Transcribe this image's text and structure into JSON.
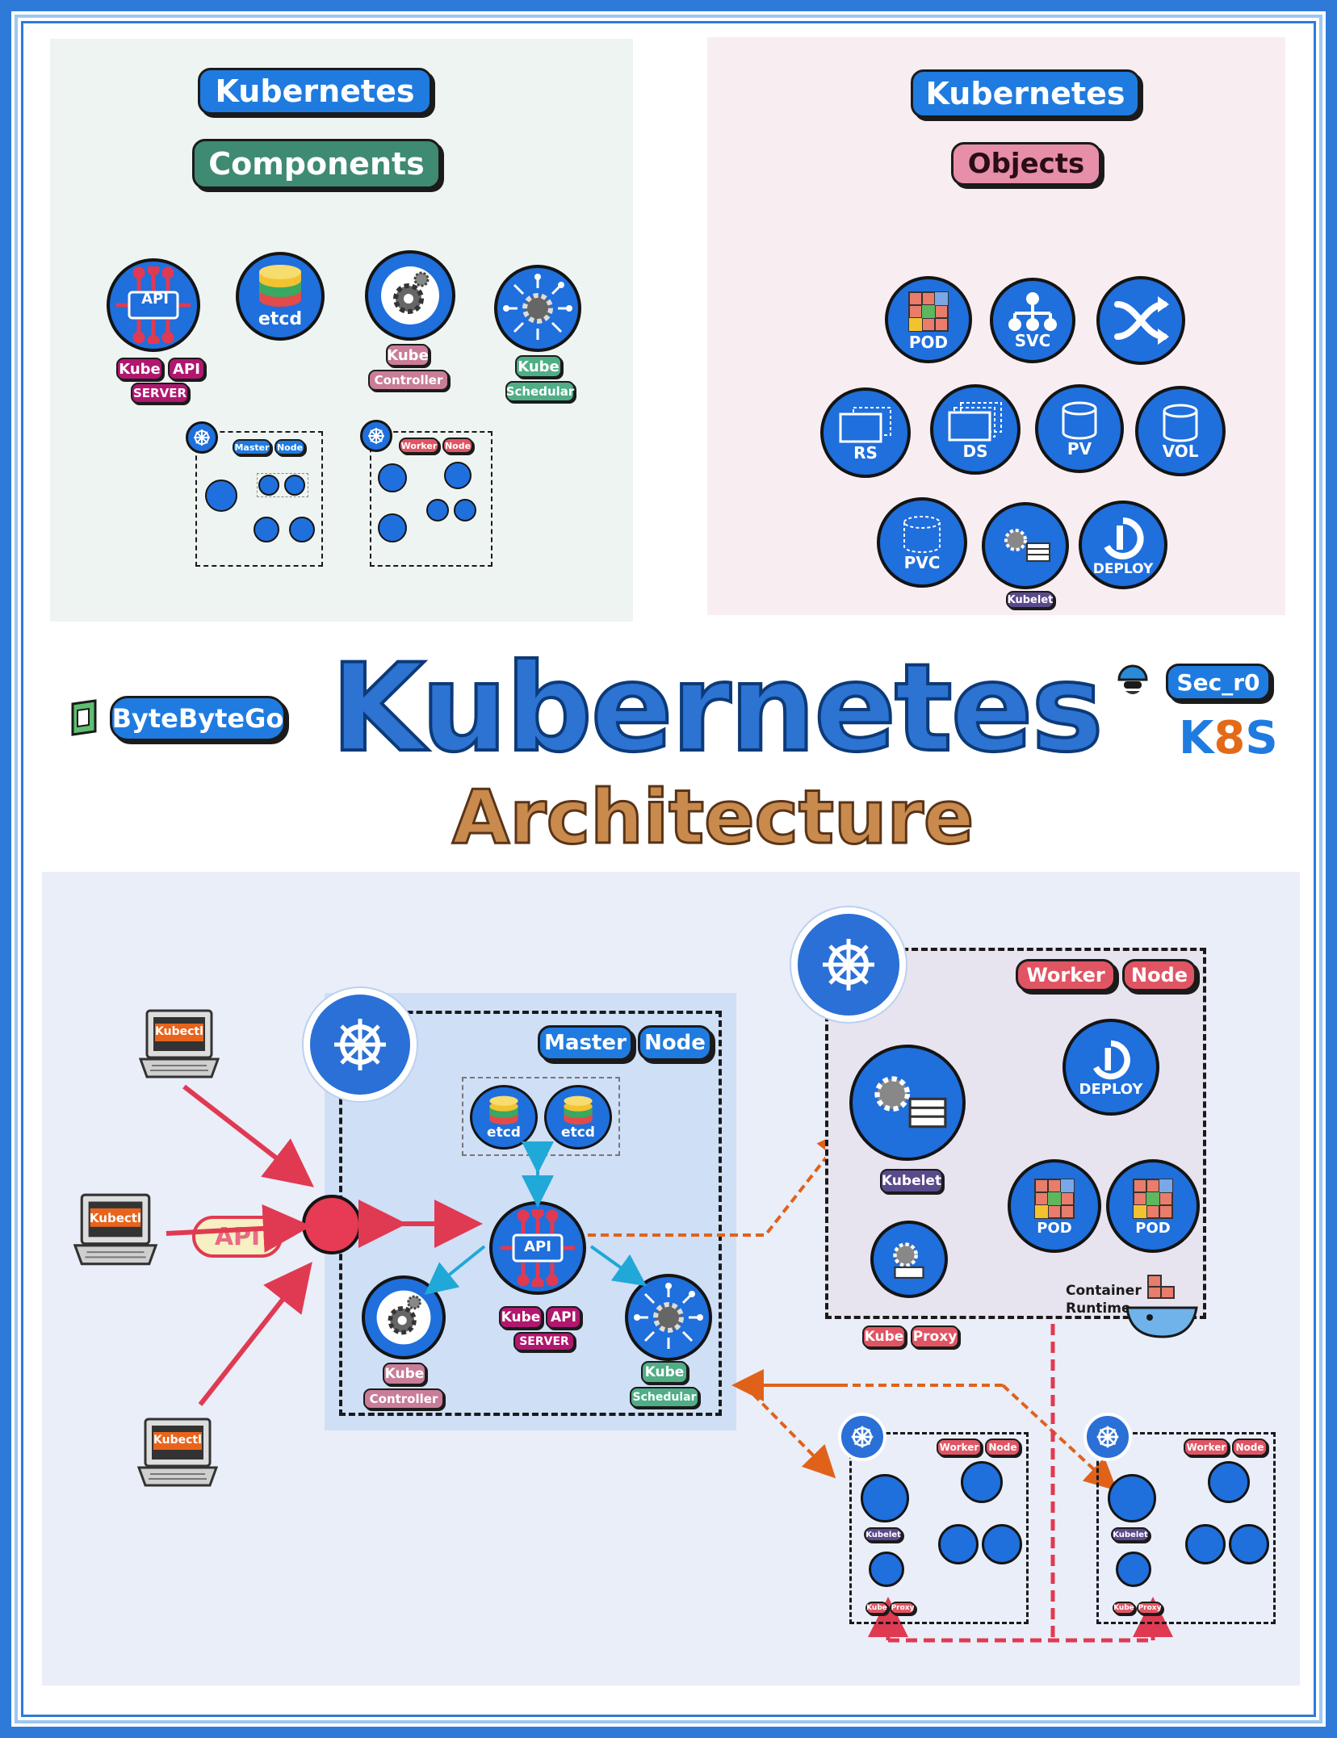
{
  "title": {
    "main": "Kubernetes",
    "sub": "Architecture"
  },
  "brand": {
    "name": "ByteByteGo",
    "author": "Sec_r0",
    "k8s_prefix": "K",
    "k8s_eight": "8",
    "k8s_suffix": "S"
  },
  "components_panel": {
    "heading_top": "Kubernetes",
    "heading_bottom": "Components",
    "api_icon_label": "API",
    "etcd_label": "etcd",
    "kube_api_server": [
      "Kube",
      "API",
      "SERVER"
    ],
    "kube_controller": [
      "Kube",
      "Controller"
    ],
    "kube_schedular": [
      "Kube",
      "Schedular"
    ],
    "master_node": [
      "Master",
      "Node"
    ],
    "worker_node": [
      "Worker",
      "Node"
    ]
  },
  "objects_panel": {
    "heading_top": "Kubernetes",
    "heading_bottom": "Objects",
    "objects": [
      "POD",
      "SVC",
      "",
      "RS",
      "DS",
      "PV",
      "VOL",
      "PVC",
      "",
      "DEPLOY"
    ],
    "kubelet_label": "Kubelet"
  },
  "architecture": {
    "kubectl_label": "Kubectl",
    "api_label": "API",
    "master_title": [
      "Master",
      "Node"
    ],
    "etcd_label": "etcd",
    "api_server_icon": "API",
    "kube_api_server": [
      "Kube",
      "API",
      "SERVER"
    ],
    "kube_controller": [
      "Kube",
      "Controller"
    ],
    "kube_schedular": [
      "Kube",
      "Schedular"
    ],
    "worker_title": [
      "Worker",
      "Node"
    ],
    "deploy_label": "DEPLOY",
    "pod_label": "POD",
    "kubelet_label": "Kubelet",
    "kube_proxy": [
      "Kube",
      "Proxy"
    ],
    "container_runtime": [
      "Container",
      "Runtime"
    ]
  },
  "colors": {
    "primary_blue": "#1f7be0",
    "circle_blue": "#1f6fdc",
    "arrow_red": "#e03a52",
    "arrow_orange": "#e0621a",
    "arrow_cyan": "#20a8d8"
  }
}
